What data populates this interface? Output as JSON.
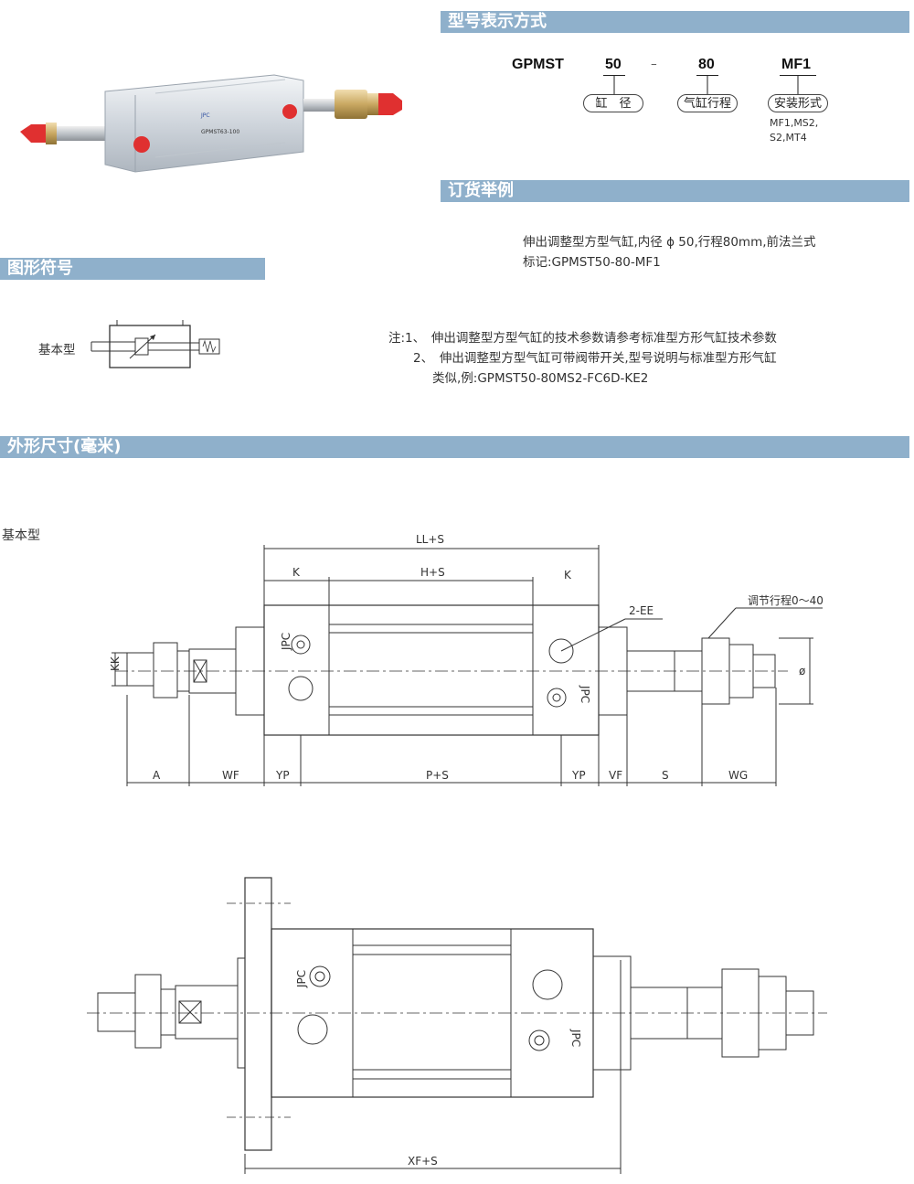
{
  "sections": {
    "model_notation": "型号表示方式",
    "order_example": "订货举例",
    "graphic_symbol": "图形符号",
    "dimensions": "外形尺寸(毫米)"
  },
  "model_code": {
    "series": "GPMST",
    "bore": "50",
    "dash": "–",
    "stroke": "80",
    "mount": "MF1",
    "bore_label": "缸　径",
    "stroke_label": "气缸行程",
    "mount_label": "安装形式",
    "mount_options_1": "MF1,MS2,",
    "mount_options_2": "S2,MT4"
  },
  "order_example": {
    "line1": "伸出调整型方型气缸,内径 ϕ 50,行程80mm,前法兰式",
    "line2": "标记:GPMST50-80-MF1"
  },
  "notes": {
    "n1": "注:1、　伸出调整型方型气缸的技术参数请参考标准型方形气缸技术参数",
    "n2": "　　2、　伸出调整型方型气缸可带阀带开关,型号说明与标准型方形气缸",
    "n3": "类似,例:GPMST50-80MS2-FC6D-KE2"
  },
  "symbol": {
    "label": "基本型"
  },
  "drawing": {
    "type_label": "基本型",
    "ll_s": "LL+S",
    "k": "K",
    "h_s": "H+S",
    "ee": "2-EE",
    "adjust": "调节行程0～40",
    "kk": "KK",
    "phi": "ø",
    "a": "A",
    "wf": "WF",
    "yp": "YP",
    "p_s": "P+S",
    "vf": "VF",
    "s": "S",
    "wg": "WG",
    "xf_s": "XF+S",
    "jpc": "JPC"
  },
  "product_photo": {
    "brand": "JPC",
    "model_label": "GPMST63-100"
  },
  "colors": {
    "band": "#8fb0cb",
    "cap_red": "#e03030",
    "body_silver": "#d8dde2"
  }
}
